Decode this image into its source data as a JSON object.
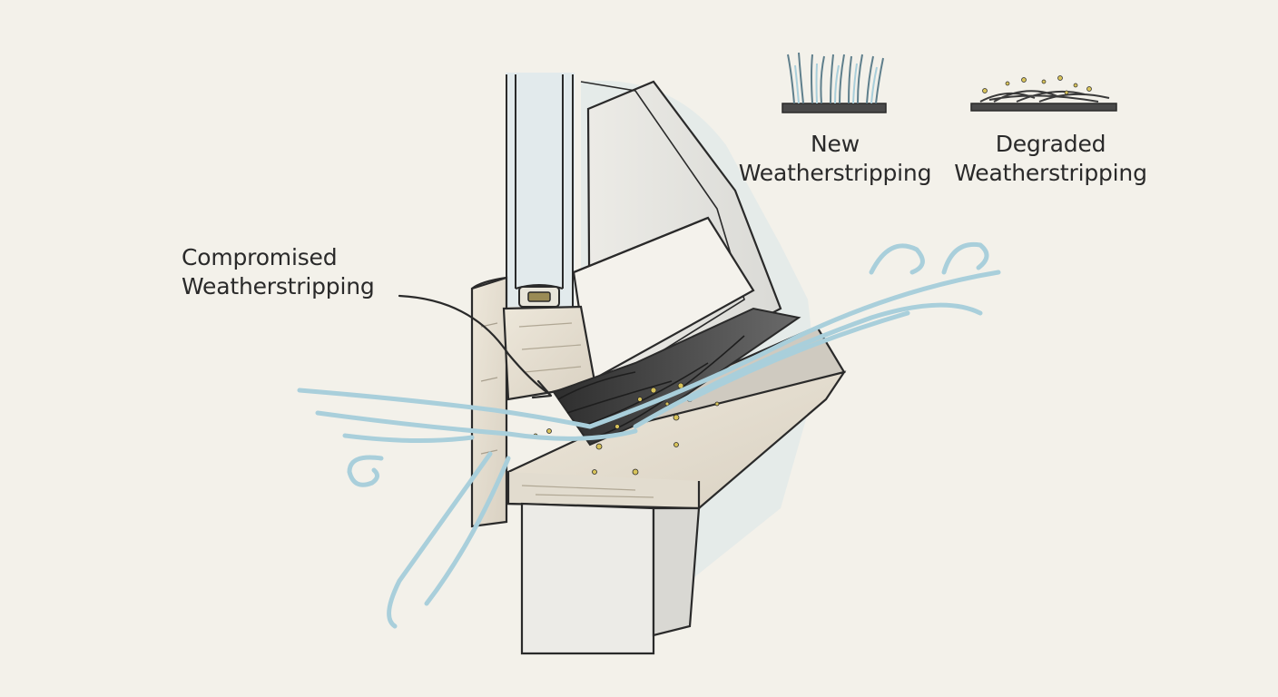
{
  "callout": {
    "line1": "Compromised",
    "line2": "Weatherstripping"
  },
  "legend": {
    "new": {
      "line1": "New",
      "line2": "Weatherstripping"
    },
    "degraded": {
      "line1": "Degraded",
      "line2": "Weatherstripping"
    }
  },
  "colors": {
    "background": "#f3f1ea",
    "air_flow": "#a9cfdb",
    "wood": "#e8e2d6",
    "glass": "#d7e6ec",
    "weatherstrip": "#3e3e3e",
    "debris": "#d8c35a",
    "ink": "#2a2a2a"
  }
}
